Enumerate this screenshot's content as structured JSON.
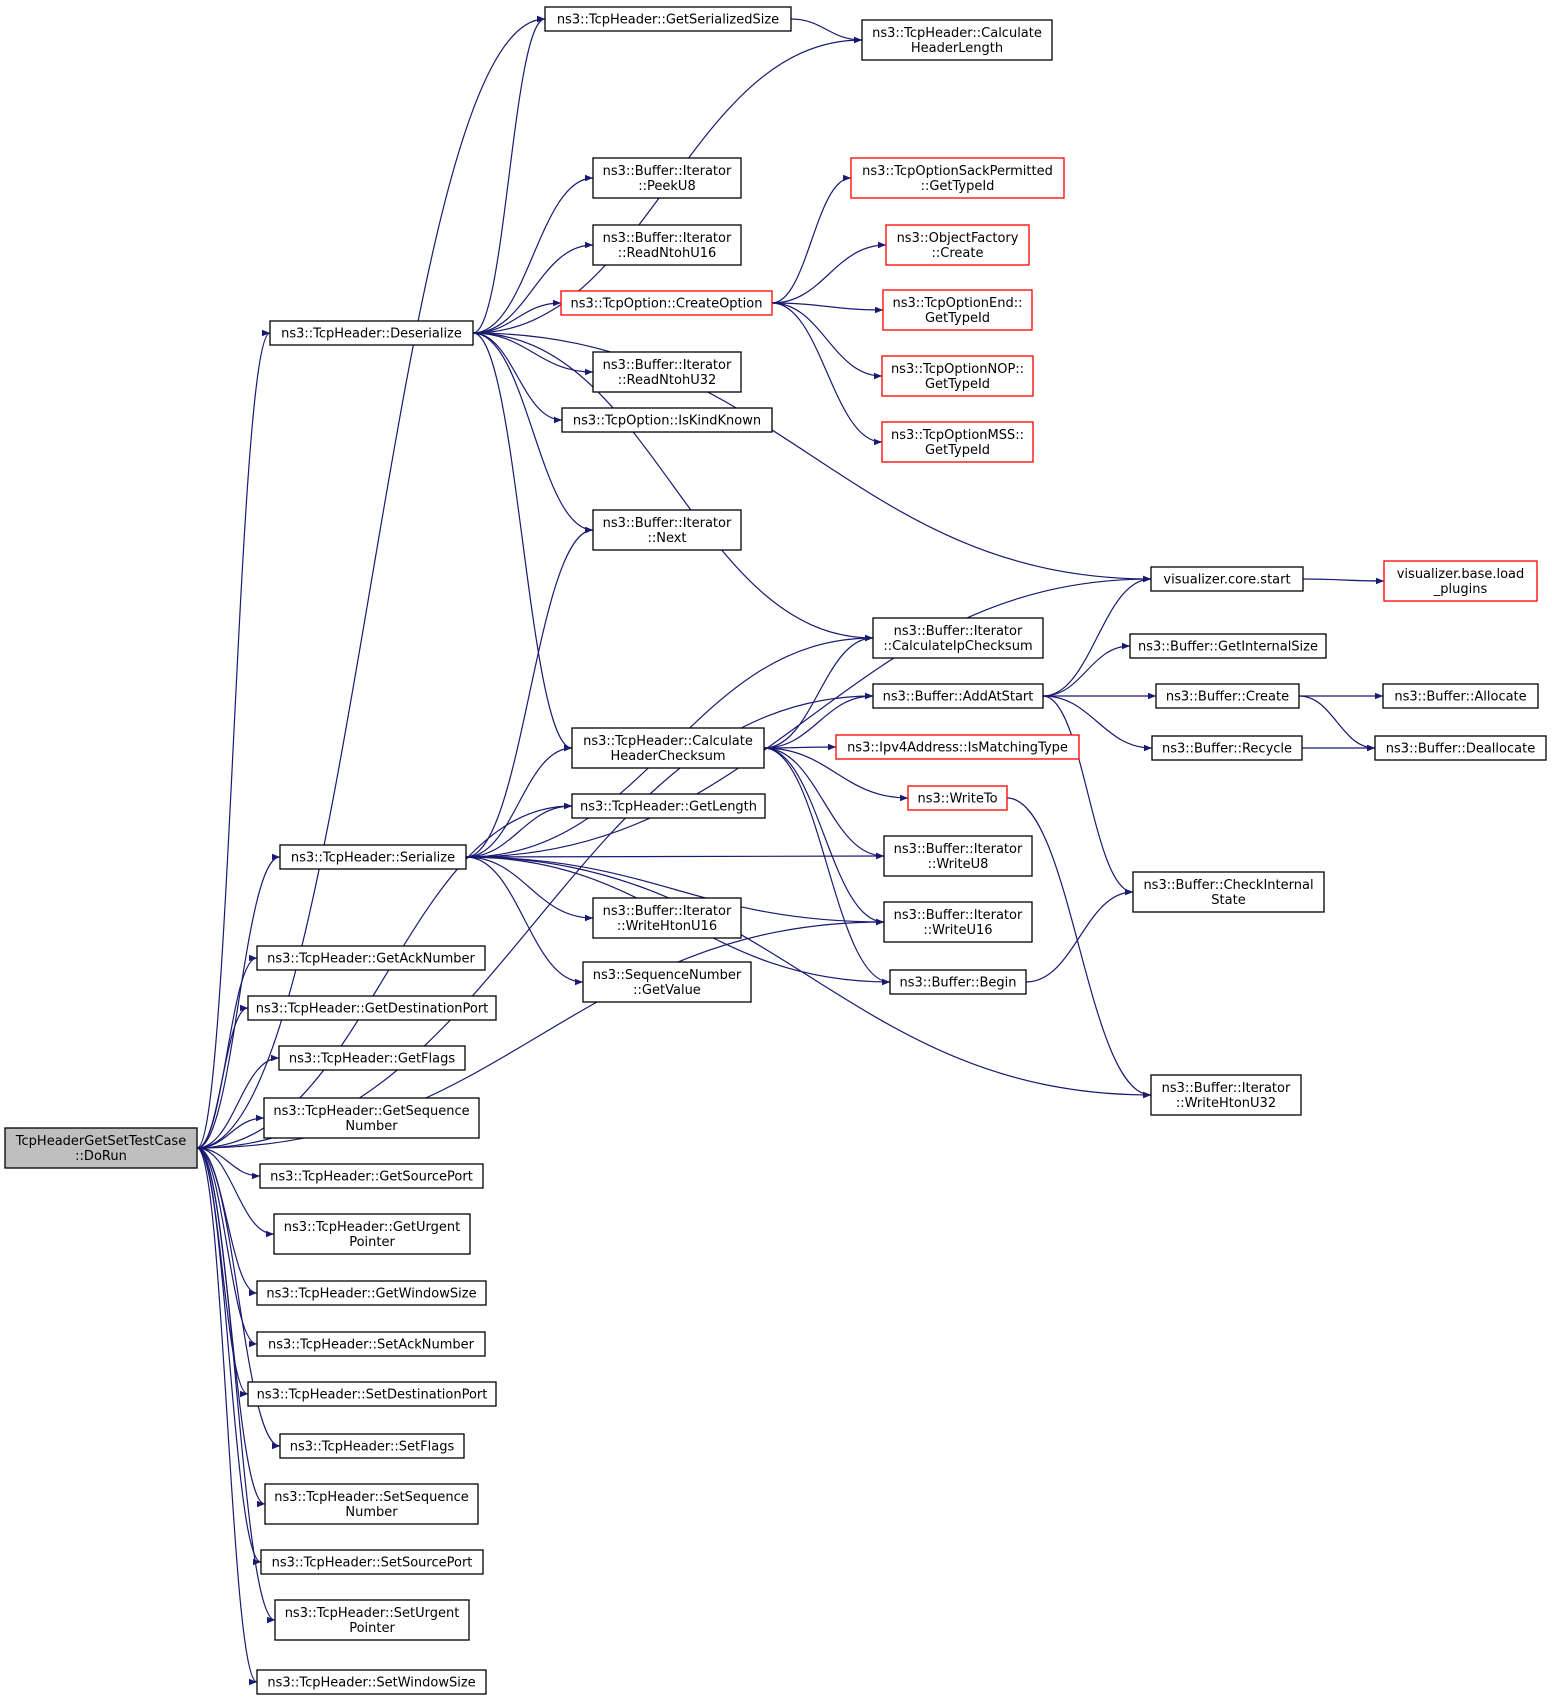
{
  "colors": {
    "edge": "#191970",
    "node_border": "#000000",
    "node_border_external": "#ff0000",
    "node_fill": "#ffffff",
    "root_fill": "#bfbfbf",
    "text": "#000000"
  },
  "nodes": [
    {
      "id": "root",
      "lines": [
        "TcpHeaderGetSetTestCase",
        "::DoRun"
      ],
      "kind": "root"
    },
    {
      "id": "getSerializedSize",
      "lines": [
        "ns3::TcpHeader::GetSerializedSize"
      ],
      "kind": "normal"
    },
    {
      "id": "calcHeaderLength",
      "lines": [
        "ns3::TcpHeader::Calculate",
        "HeaderLength"
      ],
      "kind": "normal"
    },
    {
      "id": "peekU8",
      "lines": [
        "ns3::Buffer::Iterator",
        "::PeekU8"
      ],
      "kind": "normal"
    },
    {
      "id": "sackPermitted",
      "lines": [
        "ns3::TcpOptionSackPermitted",
        "::GetTypeId"
      ],
      "kind": "external"
    },
    {
      "id": "readNtohU16",
      "lines": [
        "ns3::Buffer::Iterator",
        "::ReadNtohU16"
      ],
      "kind": "normal"
    },
    {
      "id": "objectFactory",
      "lines": [
        "ns3::ObjectFactory",
        "::Create"
      ],
      "kind": "external"
    },
    {
      "id": "createOption",
      "lines": [
        "ns3::TcpOption::CreateOption"
      ],
      "kind": "external"
    },
    {
      "id": "optEnd",
      "lines": [
        "ns3::TcpOptionEnd::",
        "GetTypeId"
      ],
      "kind": "external"
    },
    {
      "id": "deserialize",
      "lines": [
        "ns3::TcpHeader::Deserialize"
      ],
      "kind": "normal"
    },
    {
      "id": "readNtohU32",
      "lines": [
        "ns3::Buffer::Iterator",
        "::ReadNtohU32"
      ],
      "kind": "normal"
    },
    {
      "id": "optNop",
      "lines": [
        "ns3::TcpOptionNOP::",
        "GetTypeId"
      ],
      "kind": "external"
    },
    {
      "id": "isKindKnown",
      "lines": [
        "ns3::TcpOption::IsKindKnown"
      ],
      "kind": "normal"
    },
    {
      "id": "optMss",
      "lines": [
        "ns3::TcpOptionMSS::",
        "GetTypeId"
      ],
      "kind": "external"
    },
    {
      "id": "next",
      "lines": [
        "ns3::Buffer::Iterator",
        "::Next"
      ],
      "kind": "normal"
    },
    {
      "id": "vizStart",
      "lines": [
        "visualizer.core.start"
      ],
      "kind": "normal"
    },
    {
      "id": "loadPlugins",
      "lines": [
        "visualizer.base.load",
        "_plugins"
      ],
      "kind": "external"
    },
    {
      "id": "calcIpChecksum",
      "lines": [
        "ns3::Buffer::Iterator",
        "::CalculateIpChecksum"
      ],
      "kind": "normal"
    },
    {
      "id": "getInternalSize",
      "lines": [
        "ns3::Buffer::GetInternalSize"
      ],
      "kind": "normal"
    },
    {
      "id": "addAtStart",
      "lines": [
        "ns3::Buffer::AddAtStart"
      ],
      "kind": "normal"
    },
    {
      "id": "bufCreate",
      "lines": [
        "ns3::Buffer::Create"
      ],
      "kind": "normal"
    },
    {
      "id": "allocate",
      "lines": [
        "ns3::Buffer::Allocate"
      ],
      "kind": "normal"
    },
    {
      "id": "calcHeaderChecksum",
      "lines": [
        "ns3::TcpHeader::Calculate",
        "HeaderChecksum"
      ],
      "kind": "normal"
    },
    {
      "id": "isMatchingType",
      "lines": [
        "ns3::Ipv4Address::IsMatchingType"
      ],
      "kind": "external"
    },
    {
      "id": "recycle",
      "lines": [
        "ns3::Buffer::Recycle"
      ],
      "kind": "normal"
    },
    {
      "id": "deallocate",
      "lines": [
        "ns3::Buffer::Deallocate"
      ],
      "kind": "normal"
    },
    {
      "id": "writeTo",
      "lines": [
        "ns3::WriteTo"
      ],
      "kind": "external"
    },
    {
      "id": "getLength",
      "lines": [
        "ns3::TcpHeader::GetLength"
      ],
      "kind": "normal"
    },
    {
      "id": "serialize",
      "lines": [
        "ns3::TcpHeader::Serialize"
      ],
      "kind": "normal"
    },
    {
      "id": "writeU8",
      "lines": [
        "ns3::Buffer::Iterator",
        "::WriteU8"
      ],
      "kind": "normal"
    },
    {
      "id": "checkInternalState",
      "lines": [
        "ns3::Buffer::CheckInternal",
        "State"
      ],
      "kind": "normal"
    },
    {
      "id": "writeHtonU16",
      "lines": [
        "ns3::Buffer::Iterator",
        "::WriteHtonU16"
      ],
      "kind": "normal"
    },
    {
      "id": "writeU16",
      "lines": [
        "ns3::Buffer::Iterator",
        "::WriteU16"
      ],
      "kind": "normal"
    },
    {
      "id": "getAckNumber",
      "lines": [
        "ns3::TcpHeader::GetAckNumber"
      ],
      "kind": "normal"
    },
    {
      "id": "seqGetValue",
      "lines": [
        "ns3::SequenceNumber",
        "::GetValue"
      ],
      "kind": "normal"
    },
    {
      "id": "bufBegin",
      "lines": [
        "ns3::Buffer::Begin"
      ],
      "kind": "normal"
    },
    {
      "id": "getDestPort",
      "lines": [
        "ns3::TcpHeader::GetDestinationPort"
      ],
      "kind": "normal"
    },
    {
      "id": "getFlags",
      "lines": [
        "ns3::TcpHeader::GetFlags"
      ],
      "kind": "normal"
    },
    {
      "id": "writeHtonU32",
      "lines": [
        "ns3::Buffer::Iterator",
        "::WriteHtonU32"
      ],
      "kind": "normal"
    },
    {
      "id": "getSequence",
      "lines": [
        "ns3::TcpHeader::GetSequence",
        "Number"
      ],
      "kind": "normal"
    },
    {
      "id": "getSourcePort",
      "lines": [
        "ns3::TcpHeader::GetSourcePort"
      ],
      "kind": "normal"
    },
    {
      "id": "getUrgent",
      "lines": [
        "ns3::TcpHeader::GetUrgent",
        "Pointer"
      ],
      "kind": "normal"
    },
    {
      "id": "getWindowSize",
      "lines": [
        "ns3::TcpHeader::GetWindowSize"
      ],
      "kind": "normal"
    },
    {
      "id": "setAckNumber",
      "lines": [
        "ns3::TcpHeader::SetAckNumber"
      ],
      "kind": "normal"
    },
    {
      "id": "setDestPort",
      "lines": [
        "ns3::TcpHeader::SetDestinationPort"
      ],
      "kind": "normal"
    },
    {
      "id": "setFlags",
      "lines": [
        "ns3::TcpHeader::SetFlags"
      ],
      "kind": "normal"
    },
    {
      "id": "setSequence",
      "lines": [
        "ns3::TcpHeader::SetSequence",
        "Number"
      ],
      "kind": "normal"
    },
    {
      "id": "setSourcePort",
      "lines": [
        "ns3::TcpHeader::SetSourcePort"
      ],
      "kind": "normal"
    },
    {
      "id": "setUrgent",
      "lines": [
        "ns3::TcpHeader::SetUrgent",
        "Pointer"
      ],
      "kind": "normal"
    },
    {
      "id": "setWindowSize",
      "lines": [
        "ns3::TcpHeader::SetWindowSize"
      ],
      "kind": "normal"
    }
  ],
  "edges": [
    [
      "root",
      "getSerializedSize"
    ],
    [
      "root",
      "deserialize"
    ],
    [
      "root",
      "addAtStart"
    ],
    [
      "root",
      "getLength"
    ],
    [
      "root",
      "serialize"
    ],
    [
      "root",
      "writeU16"
    ],
    [
      "root",
      "getAckNumber"
    ],
    [
      "root",
      "getDestPort"
    ],
    [
      "root",
      "getFlags"
    ],
    [
      "root",
      "getSequence"
    ],
    [
      "root",
      "getSourcePort"
    ],
    [
      "root",
      "getUrgent"
    ],
    [
      "root",
      "getWindowSize"
    ],
    [
      "root",
      "setAckNumber"
    ],
    [
      "root",
      "setDestPort"
    ],
    [
      "root",
      "setFlags"
    ],
    [
      "root",
      "setSequence"
    ],
    [
      "root",
      "setSourcePort"
    ],
    [
      "root",
      "setUrgent"
    ],
    [
      "root",
      "setWindowSize"
    ],
    [
      "getSerializedSize",
      "calcHeaderLength"
    ],
    [
      "deserialize",
      "getSerializedSize"
    ],
    [
      "deserialize",
      "calcHeaderLength"
    ],
    [
      "deserialize",
      "vizStart"
    ],
    [
      "deserialize",
      "peekU8"
    ],
    [
      "deserialize",
      "readNtohU16"
    ],
    [
      "deserialize",
      "createOption"
    ],
    [
      "deserialize",
      "readNtohU32"
    ],
    [
      "deserialize",
      "isKindKnown"
    ],
    [
      "deserialize",
      "next"
    ],
    [
      "deserialize",
      "calcIpChecksum"
    ],
    [
      "deserialize",
      "calcHeaderChecksum"
    ],
    [
      "createOption",
      "sackPermitted"
    ],
    [
      "createOption",
      "objectFactory"
    ],
    [
      "createOption",
      "optEnd"
    ],
    [
      "createOption",
      "optNop"
    ],
    [
      "createOption",
      "optMss"
    ],
    [
      "vizStart",
      "loadPlugins"
    ],
    [
      "addAtStart",
      "vizStart"
    ],
    [
      "addAtStart",
      "getInternalSize"
    ],
    [
      "addAtStart",
      "bufCreate"
    ],
    [
      "addAtStart",
      "recycle"
    ],
    [
      "addAtStart",
      "checkInternalState"
    ],
    [
      "bufCreate",
      "allocate"
    ],
    [
      "bufCreate",
      "deallocate"
    ],
    [
      "recycle",
      "deallocate"
    ],
    [
      "calcHeaderChecksum",
      "calcIpChecksum"
    ],
    [
      "calcHeaderChecksum",
      "addAtStart"
    ],
    [
      "calcHeaderChecksum",
      "isMatchingType"
    ],
    [
      "calcHeaderChecksum",
      "writeTo"
    ],
    [
      "calcHeaderChecksum",
      "writeU8"
    ],
    [
      "calcHeaderChecksum",
      "writeU16"
    ],
    [
      "calcHeaderChecksum",
      "bufBegin"
    ],
    [
      "writeTo",
      "writeHtonU32"
    ],
    [
      "bufBegin",
      "checkInternalState"
    ],
    [
      "serialize",
      "next"
    ],
    [
      "serialize",
      "vizStart"
    ],
    [
      "serialize",
      "calcIpChecksum"
    ],
    [
      "serialize",
      "calcHeaderChecksum"
    ],
    [
      "serialize",
      "getLength"
    ],
    [
      "serialize",
      "writeU8"
    ],
    [
      "serialize",
      "writeHtonU16"
    ],
    [
      "serialize",
      "seqGetValue"
    ],
    [
      "serialize",
      "writeU16"
    ],
    [
      "serialize",
      "bufBegin"
    ],
    [
      "serialize",
      "writeHtonU32"
    ]
  ]
}
